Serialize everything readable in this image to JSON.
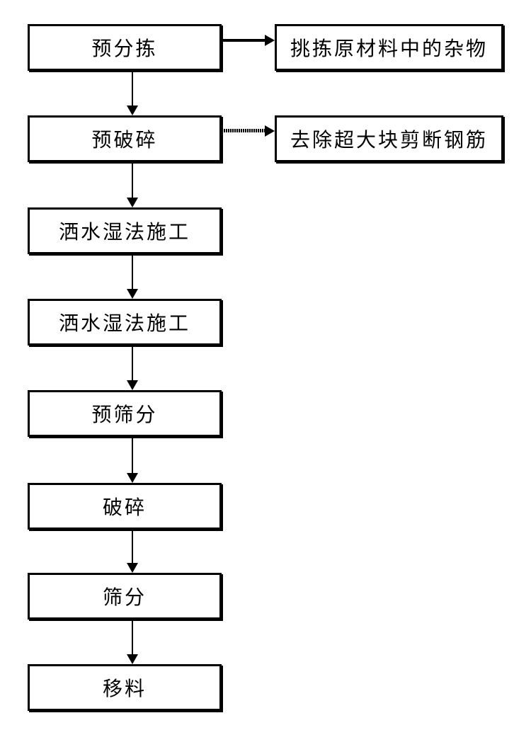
{
  "page": {
    "background_color": "#ffffff",
    "line_color": "#000000"
  },
  "diagram": {
    "type": "flowchart",
    "steps": [
      {
        "label": "预分拣"
      },
      {
        "label": "预破碎"
      },
      {
        "label": "洒水湿法施工"
      },
      {
        "label": "洒水湿法施工"
      },
      {
        "label": "预筛分"
      },
      {
        "label": "破碎"
      },
      {
        "label": "筛分"
      },
      {
        "label": "移料"
      }
    ],
    "side_notes": [
      {
        "label": "挑拣原材料中的杂物",
        "from_step": "预分拣",
        "arrow_style": "solid"
      },
      {
        "label": "去除超大块剪断钢筋",
        "from_step": "预破碎",
        "arrow_style": "dotted"
      }
    ]
  }
}
